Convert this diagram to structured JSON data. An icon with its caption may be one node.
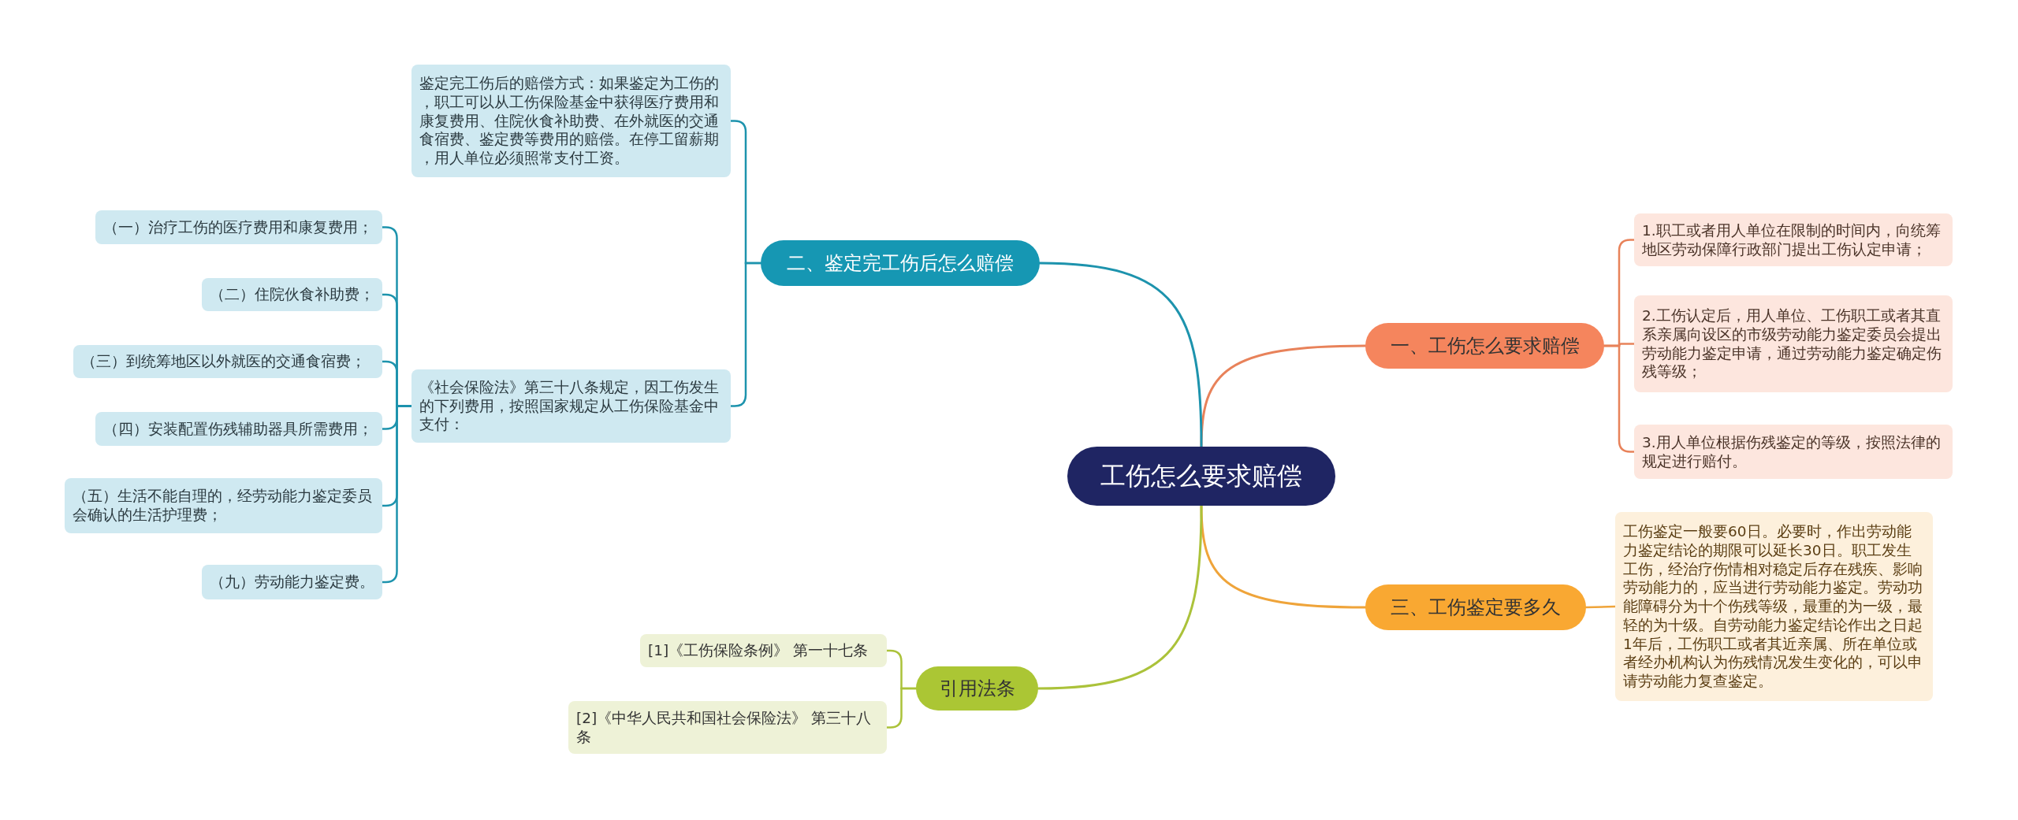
{
  "diagram": {
    "nodes": [
      {
        "text": [
          "工伤怎么要求赔偿"
        ]
      },
      {
        "text": [
          "一、工伤怎么要求赔偿"
        ]
      },
      {
        "text": [
          "1.职工或者用人单位在限制的时间内，向统筹地区劳动保障行政部门提出工伤认定申请；"
        ]
      },
      {
        "text": [
          "2.工伤认定后，用人单位、工伤职工或者其直系亲属向设区的市级劳动能力鉴定委员会提出劳动能力鉴定申请，通过劳动能力鉴定确定伤残等级；"
        ]
      },
      {
        "text": [
          "3.用人单位根据伤残鉴定的等级，按照法律的规定进行赔付。"
        ]
      },
      {
        "text": [
          "二、鉴定完工伤后怎么赔偿"
        ]
      },
      {
        "text": [
          "鉴定完工伤后的赔偿方式：如果鉴定为工伤的，职工可以从工伤保险基金中获得医疗费用和康复费用、住院伙食补助费、在外就医的交通食宿费、鉴定费等费用的赔偿。在停工留薪期，用人单位必须照常支付工资。"
        ]
      },
      {
        "text": [
          "《社会保险法》第三十八条规定，因工伤发生的下列费用，按照国家规定从工伤保险基金中支付："
        ]
      },
      {
        "text": [
          "（一）治疗工伤的医疗费用和康复费用；"
        ]
      },
      {
        "text": [
          "（二）住院伙食补助费；"
        ]
      },
      {
        "text": [
          "（三）到统筹地区以外就医的交通食宿费；"
        ]
      },
      {
        "text": [
          "（四）安装配置伤残辅助器具所需费用；"
        ]
      },
      {
        "text": [
          "（五）生活不能自理的，经劳动能力鉴定委员会确认的生活护理费；"
        ]
      },
      {
        "text": [
          "（九）劳动能力鉴定费。"
        ]
      },
      {
        "text": [
          "三、工伤鉴定要多久"
        ]
      },
      {
        "text": [
          "工伤鉴定一般要60日。必要时，作出劳动能力鉴定结论的期限可以延长30日。职工发生工伤，经治疗伤情相对稳定后存在残疾、影响劳动能力的，应当进行劳动能力鉴定。劳动功能障碍分为十个伤残等级，最重的为一级，最轻的为十级。自劳动能力鉴定结论作出之日起1年后，工伤职工或者其近亲属、所在单位或者经办机构认为伤残情况发生变化的，可以申请劳动能力复查鉴定。"
        ]
      },
      {
        "text": [
          "引用法条"
        ]
      },
      {
        "text": [
          "[1]《工伤保险条例》 第一十七条"
        ]
      },
      {
        "text": [
          "[2]《中华人民共和国社会保险法》 第三十八条"
        ]
      }
    ],
    "edges": [
      {
        "from": 0,
        "to": 1,
        "arrow": "none",
        "color": "#e8825a"
      },
      {
        "from": 1,
        "to": 2,
        "arrow": "none",
        "color": "#e8825a"
      },
      {
        "from": 1,
        "to": 3,
        "arrow": "none",
        "color": "#e8825a"
      },
      {
        "from": 1,
        "to": 4,
        "arrow": "none",
        "color": "#e8825a"
      },
      {
        "from": 0,
        "to": 5,
        "arrow": "none"
      },
      {
        "from": 5,
        "to": 6,
        "arrow": "none"
      },
      {
        "from": 5,
        "to": 7,
        "arrow": "none"
      },
      {
        "from": 7,
        "to": 8,
        "arrow": "none"
      },
      {
        "from": 7,
        "to": 9,
        "arrow": "none"
      },
      {
        "from": 7,
        "to": 10,
        "arrow": "none"
      },
      {
        "from": 7,
        "to": 11,
        "arrow": "none"
      },
      {
        "from": 7,
        "to": 12,
        "arrow": "none"
      },
      {
        "from": 7,
        "to": 13,
        "arrow": "none"
      },
      {
        "from": 0,
        "to": 14,
        "arrow": "none",
        "color": "#efa43a"
      },
      {
        "from": 14,
        "to": 15,
        "arrow": "none",
        "color": "#efa43a"
      },
      {
        "from": 0,
        "to": 16,
        "arrow": "none",
        "color": "#abc23a"
      },
      {
        "from": 16,
        "to": 17,
        "arrow": "none",
        "color": "#abc23a"
      },
      {
        "from": 16,
        "to": 18,
        "arrow": "none",
        "color": "#abc23a"
      }
    ]
  }
}
